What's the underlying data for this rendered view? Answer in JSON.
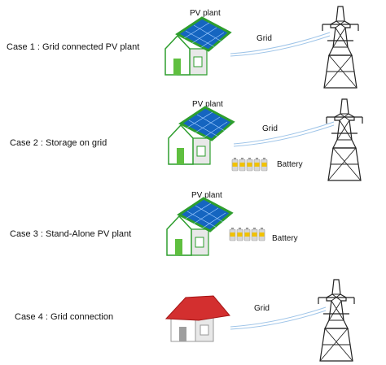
{
  "cases": [
    {
      "label": "Case 1 : Grid connected PV plant",
      "pv_label": "PV plant",
      "grid_label": "Grid",
      "battery_label": null,
      "roof": "solar",
      "grid": true,
      "battery": false
    },
    {
      "label": "Case 2 : Storage on grid",
      "pv_label": "PV plant",
      "grid_label": "Grid",
      "battery_label": "Battery",
      "roof": "solar",
      "grid": true,
      "battery": true
    },
    {
      "label": "Case 3 : Stand-Alone PV plant",
      "pv_label": "PV plant",
      "grid_label": null,
      "battery_label": "Battery",
      "roof": "solar",
      "grid": false,
      "battery": true
    },
    {
      "label": "Case 4 : Grid connection",
      "pv_label": null,
      "grid_label": "Grid",
      "battery_label": null,
      "roof": "red",
      "grid": true,
      "battery": false
    }
  ],
  "colors": {
    "house_wall": "#ffffff",
    "house_side": "#e8e8e8",
    "house_trim": "#2e9e2e",
    "solar_panel": "#1565c0",
    "solar_grid": "#9ecbff",
    "red_roof": "#d32f2f",
    "door": "#5fbf3f",
    "battery_body": "#d8d8d8",
    "battery_label": "#f2c200",
    "wire": "#9ec4e8",
    "tower": "#222222"
  },
  "icons": [
    "house-icon",
    "solar-panel-icon",
    "battery-icon",
    "transmission-tower-icon"
  ]
}
